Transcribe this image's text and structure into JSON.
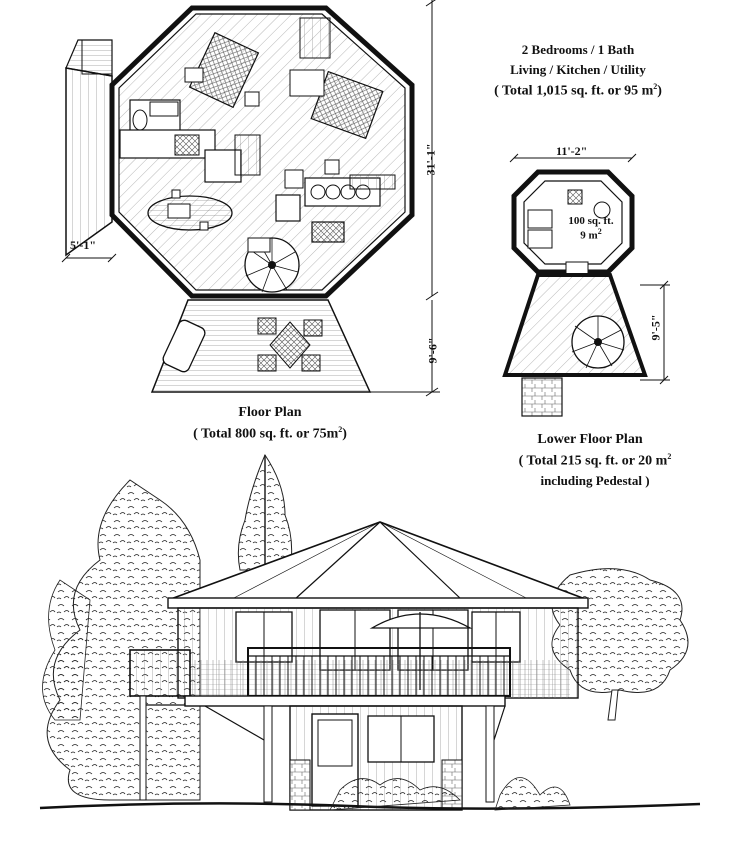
{
  "summary": {
    "line1": "2 Bedrooms / 1 Bath",
    "line2": "Living / Kitchen / Utility",
    "line3_prefix": "( Total 1,015 sq. ft. or 95 m",
    "line3_sup": "2",
    "line3_suffix": ")"
  },
  "floor_plan": {
    "title": "Floor Plan",
    "total_prefix": "( Total 800 sq. ft. or 75m",
    "total_sup": "2",
    "total_suffix": ")",
    "dim_height": "31'-1\"",
    "dim_deck": "9'-6\"",
    "dim_porch": "5'-1\""
  },
  "lower_floor_plan": {
    "title": "Lower Floor Plan",
    "total_prefix": "( Total 215 sq. ft. or 20 m",
    "total_sup": "2",
    "total_suffix": "",
    "line3": "including Pedestal )",
    "dim_width": "11'-2\"",
    "dim_height": "9'-5\"",
    "room_area_line1": "100 sq. ft.",
    "room_area_line2": "9 m",
    "room_area_sup": "2"
  },
  "colors": {
    "ink": "#111111",
    "paper": "#ffffff",
    "hatch": "#777777"
  }
}
